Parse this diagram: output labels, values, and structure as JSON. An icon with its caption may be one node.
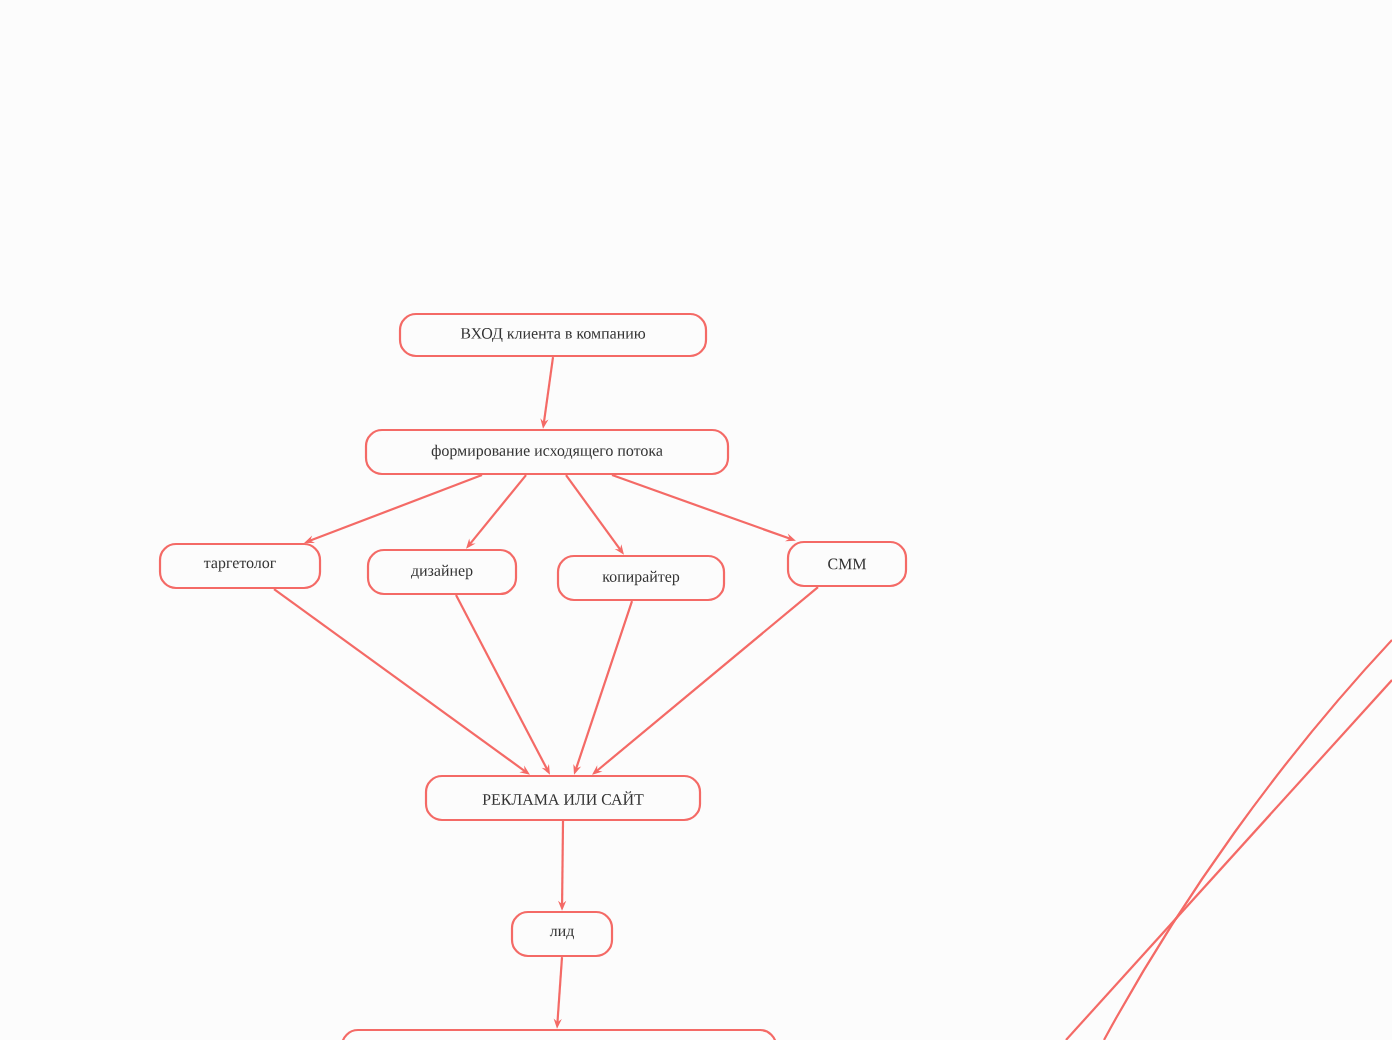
{
  "diagram": {
    "nodes": [
      {
        "text": [
          "ВХОД клиента в компанию"
        ]
      },
      {
        "text": [
          "формирование исходящего потока"
        ]
      },
      {
        "text": [
          "таргетолог"
        ]
      },
      {
        "text": [
          "дизайнер"
        ]
      },
      {
        "text": [
          "копирайтер"
        ]
      },
      {
        "text": [
          "СММ"
        ]
      },
      {
        "text": [
          "РЕКЛАМА ИЛИ САЙТ"
        ]
      },
      {
        "text": [
          "лид"
        ]
      },
      {
        "text": [],
        "shape": "box"
      }
    ],
    "edges": [
      {
        "from": 0,
        "to": 1,
        "arrow": "to"
      },
      {
        "from": 1,
        "to": 2,
        "arrow": "to"
      },
      {
        "from": 1,
        "to": 3,
        "arrow": "to"
      },
      {
        "from": 1,
        "to": 4,
        "arrow": "to"
      },
      {
        "from": 1,
        "to": 5,
        "arrow": "to"
      },
      {
        "from": 2,
        "to": 6,
        "arrow": "to"
      },
      {
        "from": 3,
        "to": 6,
        "arrow": "to"
      },
      {
        "from": 4,
        "to": 6,
        "arrow": "to"
      },
      {
        "from": 5,
        "to": 6,
        "arrow": "to"
      },
      {
        "from": 6,
        "to": 7,
        "arrow": "to"
      },
      {
        "from": 7,
        "to": 8,
        "arrow": "to"
      }
    ]
  }
}
